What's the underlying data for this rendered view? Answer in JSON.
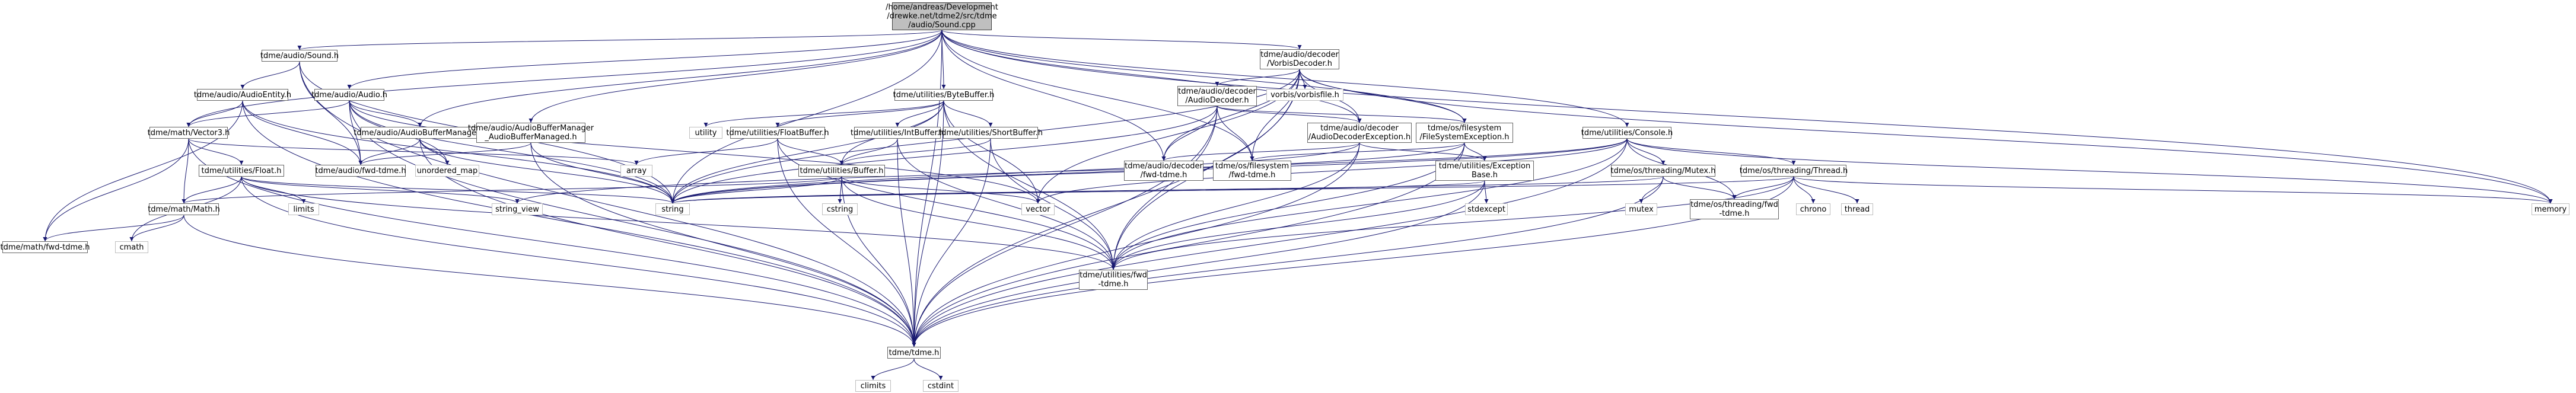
{
  "colors": {
    "edge": "#191970",
    "root_fill": "#bfbfbf",
    "node_border": "#666666",
    "ext_border": "#bfbfbf"
  },
  "nodes": {
    "sound_cpp": {
      "label": "/home/andreas/Development\n/drewke.net/tdme2/src/tdme\n/audio/Sound.cpp",
      "kind": "root"
    },
    "audio_sound_h": {
      "label": "tdme/audio/Sound.h",
      "kind": "linked"
    },
    "audio_audioentity_h": {
      "label": "tdme/audio/AudioEntity.h",
      "kind": "linked"
    },
    "audio_audio_h": {
      "label": "tdme/audio/Audio.h",
      "kind": "linked"
    },
    "audio_audiobuffermanager_h": {
      "label": "tdme/audio/AudioBufferManager.h",
      "kind": "linked"
    },
    "audio_audiobuffermanager_managed_h": {
      "label": "tdme/audio/AudioBufferManager\n_AudioBufferManaged.h",
      "kind": "linked"
    },
    "audio_fwd_h": {
      "label": "tdme/audio/fwd-tdme.h",
      "kind": "linked"
    },
    "math_vector3_h": {
      "label": "tdme/math/Vector3.h",
      "kind": "linked"
    },
    "utilities_float_h": {
      "label": "tdme/utilities/Float.h",
      "kind": "linked"
    },
    "math_math_h": {
      "label": "tdme/math/Math.h",
      "kind": "linked"
    },
    "math_fwd_h": {
      "label": "tdme/math/fwd-tdme.h",
      "kind": "linked"
    },
    "tdme_h": {
      "label": "tdme/tdme.h",
      "kind": "linked"
    },
    "utilities_bytebuffer_h": {
      "label": "tdme/utilities/ByteBuffer.h",
      "kind": "linked"
    },
    "utilities_floatbuffer_h": {
      "label": "tdme/utilities/FloatBuffer.h",
      "kind": "linked"
    },
    "utilities_intbuffer_h": {
      "label": "tdme/utilities/IntBuffer.h",
      "kind": "linked"
    },
    "utilities_shortbuffer_h": {
      "label": "tdme/utilities/ShortBuffer.h",
      "kind": "linked"
    },
    "utilities_buffer_h": {
      "label": "tdme/utilities/Buffer.h",
      "kind": "linked"
    },
    "utilities_fwd_h": {
      "label": "tdme/utilities/fwd\n-tdme.h",
      "kind": "linked"
    },
    "decoder_vorbisdecoder_h": {
      "label": "tdme/audio/decoder\n/VorbisDecoder.h",
      "kind": "linked"
    },
    "decoder_audiodecoder_h": {
      "label": "tdme/audio/decoder\n/AudioDecoder.h",
      "kind": "linked"
    },
    "decoder_fwd_h": {
      "label": "tdme/audio/decoder\n/fwd-tdme.h",
      "kind": "linked"
    },
    "decoder_exception_h": {
      "label": "tdme/audio/decoder\n/AudioDecoderException.h",
      "kind": "linked"
    },
    "filesystem_exception_h": {
      "label": "tdme/os/filesystem\n/FileSystemException.h",
      "kind": "linked"
    },
    "filesystem_fwd_h": {
      "label": "tdme/os/filesystem\n/fwd-tdme.h",
      "kind": "linked"
    },
    "exceptionbase_h": {
      "label": "tdme/utilities/Exception\nBase.h",
      "kind": "linked"
    },
    "utilities_console_h": {
      "label": "tdme/utilities/Console.h",
      "kind": "linked"
    },
    "threading_mutex_h": {
      "label": "tdme/os/threading/Mutex.h",
      "kind": "linked"
    },
    "threading_thread_h": {
      "label": "tdme/os/threading/Thread.h",
      "kind": "linked"
    },
    "threading_fwd_h": {
      "label": "tdme/os/threading/fwd\n-tdme.h",
      "kind": "linked"
    },
    "std_string": {
      "label": "string",
      "kind": "ext"
    },
    "std_array": {
      "label": "array",
      "kind": "ext"
    },
    "std_unordered_map": {
      "label": "unordered_map",
      "kind": "ext"
    },
    "std_string_view": {
      "label": "string_view",
      "kind": "ext"
    },
    "std_limits": {
      "label": "limits",
      "kind": "ext"
    },
    "std_cmath": {
      "label": "cmath",
      "kind": "ext"
    },
    "std_climits": {
      "label": "climits",
      "kind": "ext"
    },
    "std_cstdint": {
      "label": "cstdint",
      "kind": "ext"
    },
    "std_utility": {
      "label": "utility",
      "kind": "ext"
    },
    "std_cstring": {
      "label": "cstring",
      "kind": "ext"
    },
    "std_vector": {
      "label": "vector",
      "kind": "ext"
    },
    "std_vorbisfile": {
      "label": "vorbis/vorbisfile.h",
      "kind": "ext"
    },
    "std_stdexcept": {
      "label": "stdexcept",
      "kind": "ext"
    },
    "std_mutex": {
      "label": "mutex",
      "kind": "ext"
    },
    "std_chrono": {
      "label": "chrono",
      "kind": "ext"
    },
    "std_thread": {
      "label": "thread",
      "kind": "ext"
    },
    "std_memory": {
      "label": "memory",
      "kind": "ext"
    }
  },
  "edges": [
    [
      "sound_cpp",
      "audio_sound_h"
    ],
    [
      "sound_cpp",
      "audio_audio_h"
    ],
    [
      "sound_cpp",
      "audio_audiobuffermanager_h"
    ],
    [
      "sound_cpp",
      "audio_audiobuffermanager_managed_h"
    ],
    [
      "sound_cpp",
      "math_vector3_h"
    ],
    [
      "sound_cpp",
      "tdme_h"
    ],
    [
      "sound_cpp",
      "utilities_bytebuffer_h"
    ],
    [
      "sound_cpp",
      "std_string"
    ],
    [
      "sound_cpp",
      "decoder_vorbisdecoder_h"
    ],
    [
      "sound_cpp",
      "decoder_fwd_h"
    ],
    [
      "sound_cpp",
      "decoder_exception_h"
    ],
    [
      "sound_cpp",
      "filesystem_exception_h"
    ],
    [
      "sound_cpp",
      "filesystem_fwd_h"
    ],
    [
      "sound_cpp",
      "utilities_console_h"
    ],
    [
      "sound_cpp",
      "std_memory"
    ],
    [
      "audio_sound_h",
      "audio_audioentity_h"
    ],
    [
      "audio_sound_h",
      "audio_fwd_h"
    ],
    [
      "audio_sound_h",
      "tdme_h"
    ],
    [
      "audio_sound_h",
      "std_string"
    ],
    [
      "audio_audioentity_h",
      "math_vector3_h"
    ],
    [
      "audio_audioentity_h",
      "audio_fwd_h"
    ],
    [
      "audio_audioentity_h",
      "math_fwd_h"
    ],
    [
      "audio_audioentity_h",
      "tdme_h"
    ],
    [
      "audio_audioentity_h",
      "std_string"
    ],
    [
      "audio_audio_h",
      "audio_audiobuffermanager_h"
    ],
    [
      "audio_audio_h",
      "audio_fwd_h"
    ],
    [
      "audio_audio_h",
      "math_vector3_h"
    ],
    [
      "audio_audio_h",
      "std_unordered_map"
    ],
    [
      "audio_audio_h",
      "tdme_h"
    ],
    [
      "audio_audio_h",
      "std_string"
    ],
    [
      "audio_audio_h",
      "std_vector"
    ],
    [
      "audio_audiobuffermanager_h",
      "audio_fwd_h"
    ],
    [
      "audio_audiobuffermanager_h",
      "std_unordered_map"
    ],
    [
      "audio_audiobuffermanager_h",
      "tdme_h"
    ],
    [
      "audio_audiobuffermanager_h",
      "std_string"
    ],
    [
      "audio_audiobuffermanager_managed_h",
      "audio_fwd_h"
    ],
    [
      "audio_audiobuffermanager_managed_h",
      "tdme_h"
    ],
    [
      "audio_audiobuffermanager_managed_h",
      "std_string"
    ],
    [
      "math_vector3_h",
      "std_array"
    ],
    [
      "math_vector3_h",
      "utilities_float_h"
    ],
    [
      "math_vector3_h",
      "math_math_h"
    ],
    [
      "math_vector3_h",
      "math_fwd_h"
    ],
    [
      "math_vector3_h",
      "tdme_h"
    ],
    [
      "utilities_float_h",
      "math_math_h"
    ],
    [
      "utilities_float_h",
      "std_string"
    ],
    [
      "utilities_float_h",
      "std_string_view"
    ],
    [
      "utilities_float_h",
      "std_limits"
    ],
    [
      "utilities_float_h",
      "std_cmath"
    ],
    [
      "utilities_float_h",
      "tdme_h"
    ],
    [
      "utilities_float_h",
      "utilities_fwd_h"
    ],
    [
      "math_math_h",
      "std_cmath"
    ],
    [
      "math_math_h",
      "math_fwd_h"
    ],
    [
      "math_math_h",
      "tdme_h"
    ],
    [
      "tdme_h",
      "std_climits"
    ],
    [
      "tdme_h",
      "std_cstdint"
    ],
    [
      "utilities_bytebuffer_h",
      "std_utility"
    ],
    [
      "utilities_bytebuffer_h",
      "utilities_floatbuffer_h"
    ],
    [
      "utilities_bytebuffer_h",
      "utilities_intbuffer_h"
    ],
    [
      "utilities_bytebuffer_h",
      "utilities_shortbuffer_h"
    ],
    [
      "utilities_bytebuffer_h",
      "utilities_buffer_h"
    ],
    [
      "utilities_bytebuffer_h",
      "utilities_fwd_h"
    ],
    [
      "utilities_bytebuffer_h",
      "std_vector"
    ],
    [
      "utilities_bytebuffer_h",
      "tdme_h"
    ],
    [
      "utilities_bytebuffer_h",
      "std_string"
    ],
    [
      "utilities_floatbuffer_h",
      "std_array"
    ],
    [
      "utilities_floatbuffer_h",
      "utilities_buffer_h"
    ],
    [
      "utilities_floatbuffer_h",
      "utilities_fwd_h"
    ],
    [
      "utilities_floatbuffer_h",
      "tdme_h"
    ],
    [
      "utilities_intbuffer_h",
      "utilities_buffer_h"
    ],
    [
      "utilities_intbuffer_h",
      "utilities_fwd_h"
    ],
    [
      "utilities_intbuffer_h",
      "tdme_h"
    ],
    [
      "utilities_shortbuffer_h",
      "utilities_buffer_h"
    ],
    [
      "utilities_shortbuffer_h",
      "utilities_fwd_h"
    ],
    [
      "utilities_shortbuffer_h",
      "tdme_h"
    ],
    [
      "utilities_buffer_h",
      "std_cstring"
    ],
    [
      "utilities_buffer_h",
      "std_string"
    ],
    [
      "utilities_buffer_h",
      "std_vector"
    ],
    [
      "utilities_buffer_h",
      "utilities_fwd_h"
    ],
    [
      "utilities_buffer_h",
      "tdme_h"
    ],
    [
      "utilities_buffer_h",
      "math_math_h"
    ],
    [
      "decoder_vorbisdecoder_h",
      "decoder_audiodecoder_h"
    ],
    [
      "decoder_vorbisdecoder_h",
      "decoder_fwd_h"
    ],
    [
      "decoder_vorbisdecoder_h",
      "decoder_exception_h"
    ],
    [
      "decoder_vorbisdecoder_h",
      "filesystem_exception_h"
    ],
    [
      "decoder_vorbisdecoder_h",
      "filesystem_fwd_h"
    ],
    [
      "decoder_vorbisdecoder_h",
      "std_vorbisfile"
    ],
    [
      "decoder_vorbisdecoder_h",
      "std_string"
    ],
    [
      "decoder_vorbisdecoder_h",
      "std_vector"
    ],
    [
      "decoder_vorbisdecoder_h",
      "std_memory"
    ],
    [
      "decoder_vorbisdecoder_h",
      "tdme_h"
    ],
    [
      "decoder_vorbisdecoder_h",
      "utilities_fwd_h"
    ],
    [
      "decoder_audiodecoder_h",
      "decoder_fwd_h"
    ],
    [
      "decoder_audiodecoder_h",
      "decoder_exception_h"
    ],
    [
      "decoder_audiodecoder_h",
      "filesystem_exception_h"
    ],
    [
      "decoder_audiodecoder_h",
      "filesystem_fwd_h"
    ],
    [
      "decoder_audiodecoder_h",
      "tdme_h"
    ],
    [
      "decoder_audiodecoder_h",
      "std_string"
    ],
    [
      "decoder_audiodecoder_h",
      "utilities_fwd_h"
    ],
    [
      "decoder_exception_h",
      "decoder_fwd_h"
    ],
    [
      "decoder_exception_h",
      "exceptionbase_h"
    ],
    [
      "decoder_exception_h",
      "tdme_h"
    ],
    [
      "decoder_exception_h",
      "utilities_fwd_h"
    ],
    [
      "decoder_exception_h",
      "std_string"
    ],
    [
      "filesystem_exception_h",
      "filesystem_fwd_h"
    ],
    [
      "filesystem_exception_h",
      "exceptionbase_h"
    ],
    [
      "filesystem_exception_h",
      "tdme_h"
    ],
    [
      "filesystem_exception_h",
      "utilities_fwd_h"
    ],
    [
      "filesystem_exception_h",
      "std_string"
    ],
    [
      "exceptionbase_h",
      "std_stdexcept"
    ],
    [
      "exceptionbase_h",
      "std_string"
    ],
    [
      "exceptionbase_h",
      "tdme_h"
    ],
    [
      "exceptionbase_h",
      "utilities_fwd_h"
    ],
    [
      "utilities_console_h",
      "threading_mutex_h"
    ],
    [
      "utilities_console_h",
      "threading_thread_h"
    ],
    [
      "utilities_console_h",
      "threading_fwd_h"
    ],
    [
      "utilities_console_h",
      "std_string"
    ],
    [
      "utilities_console_h",
      "std_string_view"
    ],
    [
      "utilities_console_h",
      "std_vector"
    ],
    [
      "utilities_console_h",
      "tdme_h"
    ],
    [
      "utilities_console_h",
      "utilities_fwd_h"
    ],
    [
      "utilities_console_h",
      "std_memory"
    ],
    [
      "threading_mutex_h",
      "std_mutex"
    ],
    [
      "threading_mutex_h",
      "threading_fwd_h"
    ],
    [
      "threading_mutex_h",
      "tdme_h"
    ],
    [
      "threading_mutex_h",
      "std_string"
    ],
    [
      "threading_thread_h",
      "std_chrono"
    ],
    [
      "threading_thread_h",
      "std_thread"
    ],
    [
      "threading_thread_h",
      "std_memory"
    ],
    [
      "threading_thread_h",
      "threading_fwd_h"
    ],
    [
      "threading_thread_h",
      "tdme_h"
    ],
    [
      "threading_thread_h",
      "std_string"
    ],
    [
      "threading_thread_h",
      "utilities_fwd_h"
    ]
  ]
}
